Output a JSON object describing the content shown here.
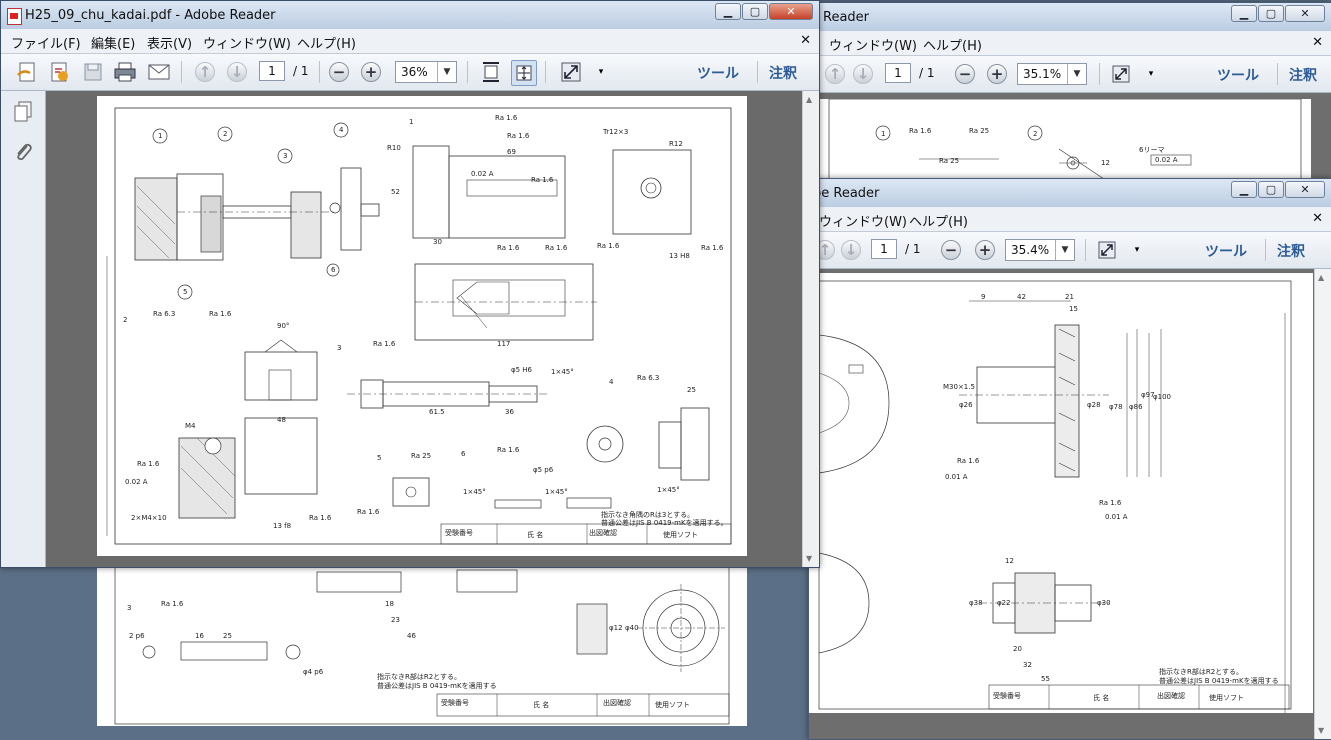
{
  "app": {
    "main_title": "H25_09_chu_kadai.pdf - Adobe Reader",
    "back_title_right": "Reader",
    "mid_title_right": "be Reader"
  },
  "menus": [
    "ファイル(F)",
    "編集(E)",
    "表示(V)",
    "ウィンドウ(W)",
    "ヘルプ(H)"
  ],
  "menus_partial": [
    "ウィンドウ(W)",
    "ヘルプ(H)"
  ],
  "toolbar": {
    "page_current": "1",
    "page_total": "/ 1",
    "zoom_main": "36%",
    "zoom_back": "35.1%",
    "zoom_mid": "35.4%",
    "tools_label": "ツール",
    "comment_label": "注釈"
  },
  "drawing_main": {
    "labels": [
      {
        "t": "1"
      },
      {
        "t": "2"
      },
      {
        "t": "3"
      },
      {
        "t": "4"
      },
      {
        "t": "5"
      },
      {
        "t": "6"
      },
      {
        "t": "Ra 1.6"
      },
      {
        "t": "Ra 6.3"
      },
      {
        "t": "Ra 25"
      },
      {
        "t": "69"
      },
      {
        "t": "52"
      },
      {
        "t": "30"
      },
      {
        "t": "117"
      },
      {
        "t": "48"
      },
      {
        "t": "61.5"
      },
      {
        "t": "36"
      },
      {
        "t": "25"
      },
      {
        "t": "13 H8"
      },
      {
        "t": "13 f8"
      },
      {
        "t": "φ5 H6"
      },
      {
        "t": "φ5 p6"
      },
      {
        "t": "1×45°"
      },
      {
        "t": "90°"
      },
      {
        "t": "M4"
      },
      {
        "t": "R10"
      },
      {
        "t": "R12"
      },
      {
        "t": "Tr12×3"
      },
      {
        "t": "2×M4×10"
      },
      {
        "t": "0.02  A"
      },
      {
        "t": "指示なき角隅のRは3とする。"
      },
      {
        "t": "普通公差はJIS B 0419-mKを適用する。"
      },
      {
        "t": "受験番号"
      },
      {
        "t": "氏 名"
      },
      {
        "t": "出図確認"
      },
      {
        "t": "使用ソフト"
      }
    ]
  },
  "drawing_lower": {
    "labels": [
      {
        "t": "3"
      },
      {
        "t": "Ra 1.6"
      },
      {
        "t": "18"
      },
      {
        "t": "23"
      },
      {
        "t": "46"
      },
      {
        "t": "16"
      },
      {
        "t": "25"
      },
      {
        "t": "2 p6"
      },
      {
        "t": "φ4 p6"
      },
      {
        "t": "φ12"
      },
      {
        "t": "φ40"
      },
      {
        "t": "指示なきR部はR2とする。"
      },
      {
        "t": "普通公差はJIS B 0419-mKを適用する"
      },
      {
        "t": "受験番号"
      },
      {
        "t": "氏 名"
      },
      {
        "t": "出図確認"
      },
      {
        "t": "使用ソフト"
      }
    ]
  },
  "drawing_right": {
    "labels": [
      {
        "t": "9"
      },
      {
        "t": "42"
      },
      {
        "t": "21"
      },
      {
        "t": "15"
      },
      {
        "t": "φ78"
      },
      {
        "t": "φ86"
      },
      {
        "t": "φ97"
      },
      {
        "t": "φ100"
      },
      {
        "t": "φ26"
      },
      {
        "t": "φ28"
      },
      {
        "t": "M30×1.5"
      },
      {
        "t": "Ra 1.6"
      },
      {
        "t": "0.01  A"
      },
      {
        "t": "12"
      },
      {
        "t": "20"
      },
      {
        "t": "32"
      },
      {
        "t": "55"
      },
      {
        "t": "φ38"
      },
      {
        "t": "φ22"
      },
      {
        "t": "φ30"
      },
      {
        "t": "指示なきR部はR2とする。"
      },
      {
        "t": "普通公差はJIS B 0419-mKを適用する"
      },
      {
        "t": "受験番号"
      },
      {
        "t": "氏 名"
      },
      {
        "t": "出図確認"
      },
      {
        "t": "使用ソフト"
      }
    ]
  },
  "drawing_back": {
    "labels": [
      {
        "t": "1"
      },
      {
        "t": "2"
      },
      {
        "t": "Ra 1.6"
      },
      {
        "t": "Ra 25"
      },
      {
        "t": "0.02  A"
      },
      {
        "t": "12"
      },
      {
        "t": "6リーマ"
      }
    ]
  }
}
